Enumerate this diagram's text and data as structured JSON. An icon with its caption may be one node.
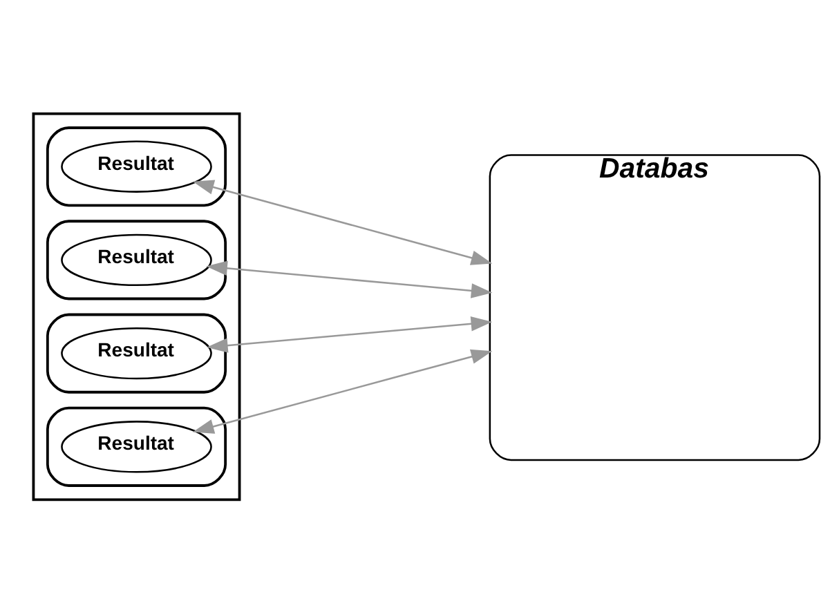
{
  "diagram": {
    "nodes": [
      {
        "text": [],
        "shape": "box"
      },
      {
        "text": [],
        "shape": "box",
        "in": 0
      },
      {
        "text": [
          "Resultat"
        ],
        "in": 1
      },
      {
        "text": [],
        "shape": "box",
        "in": 0
      },
      {
        "text": [
          "Resultat"
        ],
        "in": 3
      },
      {
        "text": [],
        "shape": "box",
        "in": 0
      },
      {
        "text": [
          "Resultat"
        ],
        "in": 5
      },
      {
        "text": [],
        "shape": "box",
        "in": 0
      },
      {
        "text": [
          "Resultat"
        ],
        "in": 7
      },
      {
        "text": [
          "Databas"
        ]
      }
    ],
    "edges": [
      {
        "from": 2,
        "to": 9,
        "arrow": "both"
      },
      {
        "from": 4,
        "to": 9,
        "arrow": "both"
      },
      {
        "from": 6,
        "to": 9,
        "arrow": "both"
      },
      {
        "from": 8,
        "to": 9,
        "arrow": "both"
      }
    ]
  }
}
